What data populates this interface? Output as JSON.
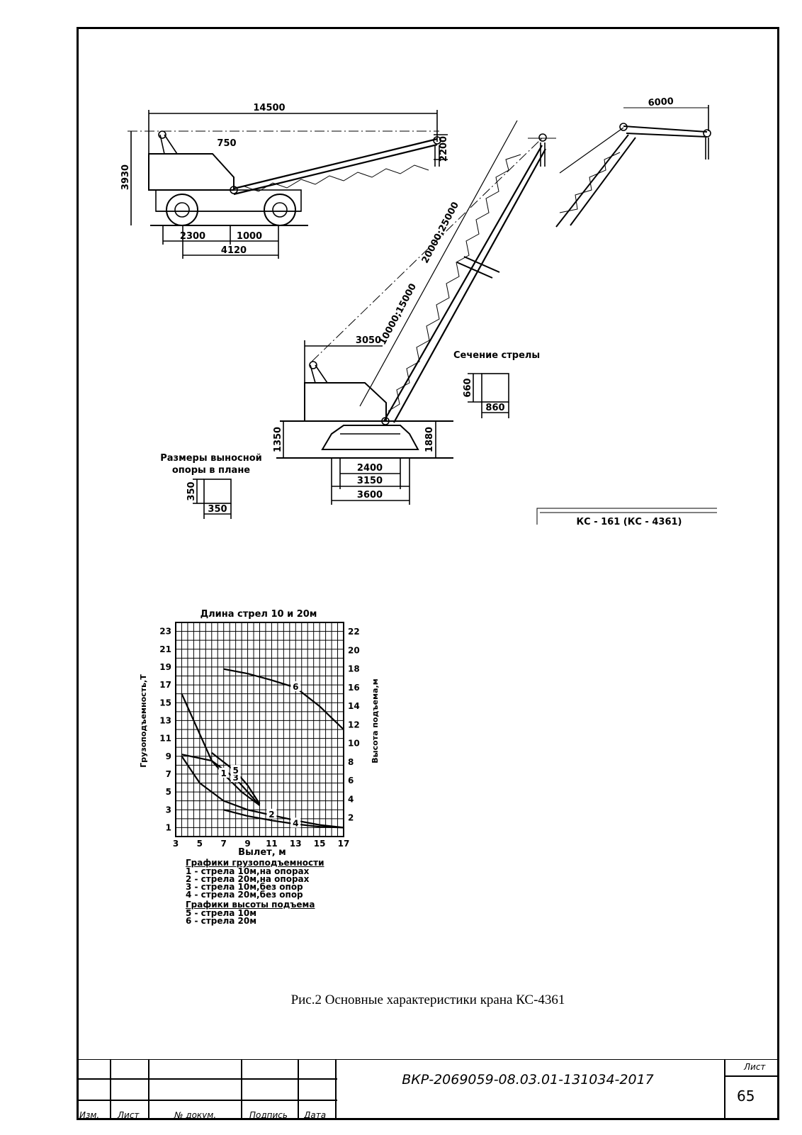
{
  "crane_drawing": {
    "dims_truck": [
      "14500",
      "750",
      "3930",
      "2200",
      "2300",
      "1000",
      "4120"
    ],
    "dims_crawler": [
      "20000;25000",
      "10000;15000",
      "3050",
      "6000",
      "1350",
      "1880",
      "2400",
      "3150",
      "3600"
    ],
    "section_label": "Сечение стрелы",
    "section_dims": [
      "660",
      "860"
    ],
    "outrigger_label_1": "Размеры выносной",
    "outrigger_label_2": "опоры в плане",
    "outrigger_dims": [
      "350",
      "350"
    ],
    "model_label": "КС - 161 (КС - 4361)"
  },
  "chart_data": {
    "type": "line",
    "title": "Длина стрел 10 и 20м",
    "xlabel": "Вылет, м",
    "ylabel_left": "Грузоподъемность,Т",
    "ylabel_right": "Высота подъема,м",
    "x_ticks": [
      "3",
      "5",
      "7",
      "9",
      "11",
      "13",
      "15",
      "17"
    ],
    "y_left_ticks": [
      "23",
      "21",
      "19",
      "17",
      "15",
      "13",
      "11",
      "9",
      "7",
      "5",
      "3",
      "1"
    ],
    "y_right_ticks": [
      "22",
      "20",
      "18",
      "16",
      "14",
      "12",
      "10",
      "8",
      "6",
      "4",
      "2"
    ],
    "xlim": [
      3,
      17
    ],
    "ylim_left": [
      0,
      24
    ],
    "ylim_right": [
      0,
      23
    ],
    "series": [
      {
        "name": "1",
        "axis": "left",
        "points": [
          [
            3.5,
            16
          ],
          [
            5,
            11.5
          ],
          [
            6,
            8.5
          ],
          [
            7,
            7
          ],
          [
            8.5,
            5
          ],
          [
            10,
            3.5
          ]
        ]
      },
      {
        "name": "2",
        "axis": "left",
        "points": [
          [
            3.5,
            9
          ],
          [
            5,
            6
          ],
          [
            7,
            4
          ],
          [
            9,
            3
          ],
          [
            11,
            2.4
          ],
          [
            13,
            1.8
          ],
          [
            15,
            1.3
          ],
          [
            17,
            1
          ]
        ]
      },
      {
        "name": "3",
        "axis": "left",
        "points": [
          [
            3.5,
            9.2
          ],
          [
            6,
            8.5
          ],
          [
            8,
            6.5
          ],
          [
            10,
            3.5
          ]
        ]
      },
      {
        "name": "4",
        "axis": "left",
        "points": [
          [
            7,
            3
          ],
          [
            9,
            2.3
          ],
          [
            11,
            1.8
          ],
          [
            13,
            1.4
          ],
          [
            15,
            1.1
          ],
          [
            17,
            1
          ]
        ]
      },
      {
        "name": "5",
        "axis": "right",
        "points": [
          [
            6,
            9
          ],
          [
            7,
            8
          ],
          [
            8,
            7
          ],
          [
            9,
            5.5
          ],
          [
            10,
            3.5
          ]
        ]
      },
      {
        "name": "6",
        "axis": "right",
        "points": [
          [
            7,
            18
          ],
          [
            9,
            17.5
          ],
          [
            11,
            16.8
          ],
          [
            13,
            16
          ],
          [
            15,
            14
          ],
          [
            17,
            11.5
          ]
        ]
      }
    ],
    "callouts": [
      "1",
      "2",
      "3",
      "4",
      "5",
      "6"
    ],
    "legend_cap_title": "Графики грузоподъемности",
    "legend_cap_items": [
      "1 - стрела 10м,на опорах",
      "2 - стрела 20м,на опорах",
      "3 - стрела 10м,без опор",
      "4 - стрела 20м,без опор"
    ],
    "legend_height_title": "Графики высоты подъема",
    "legend_height_items": [
      "5 - стрела 10м",
      "6 - стрела 20м"
    ]
  },
  "caption": "Рис.2 Основные характеристики крана КС-4361",
  "title_block": {
    "headers": [
      "Изм.",
      "Лист",
      "№ докум.",
      "Подпись",
      "Дата"
    ],
    "document_code": "ВКР-2069059-08.03.01-131034-2017",
    "sheet_label": "Лист",
    "sheet_number": "65"
  }
}
